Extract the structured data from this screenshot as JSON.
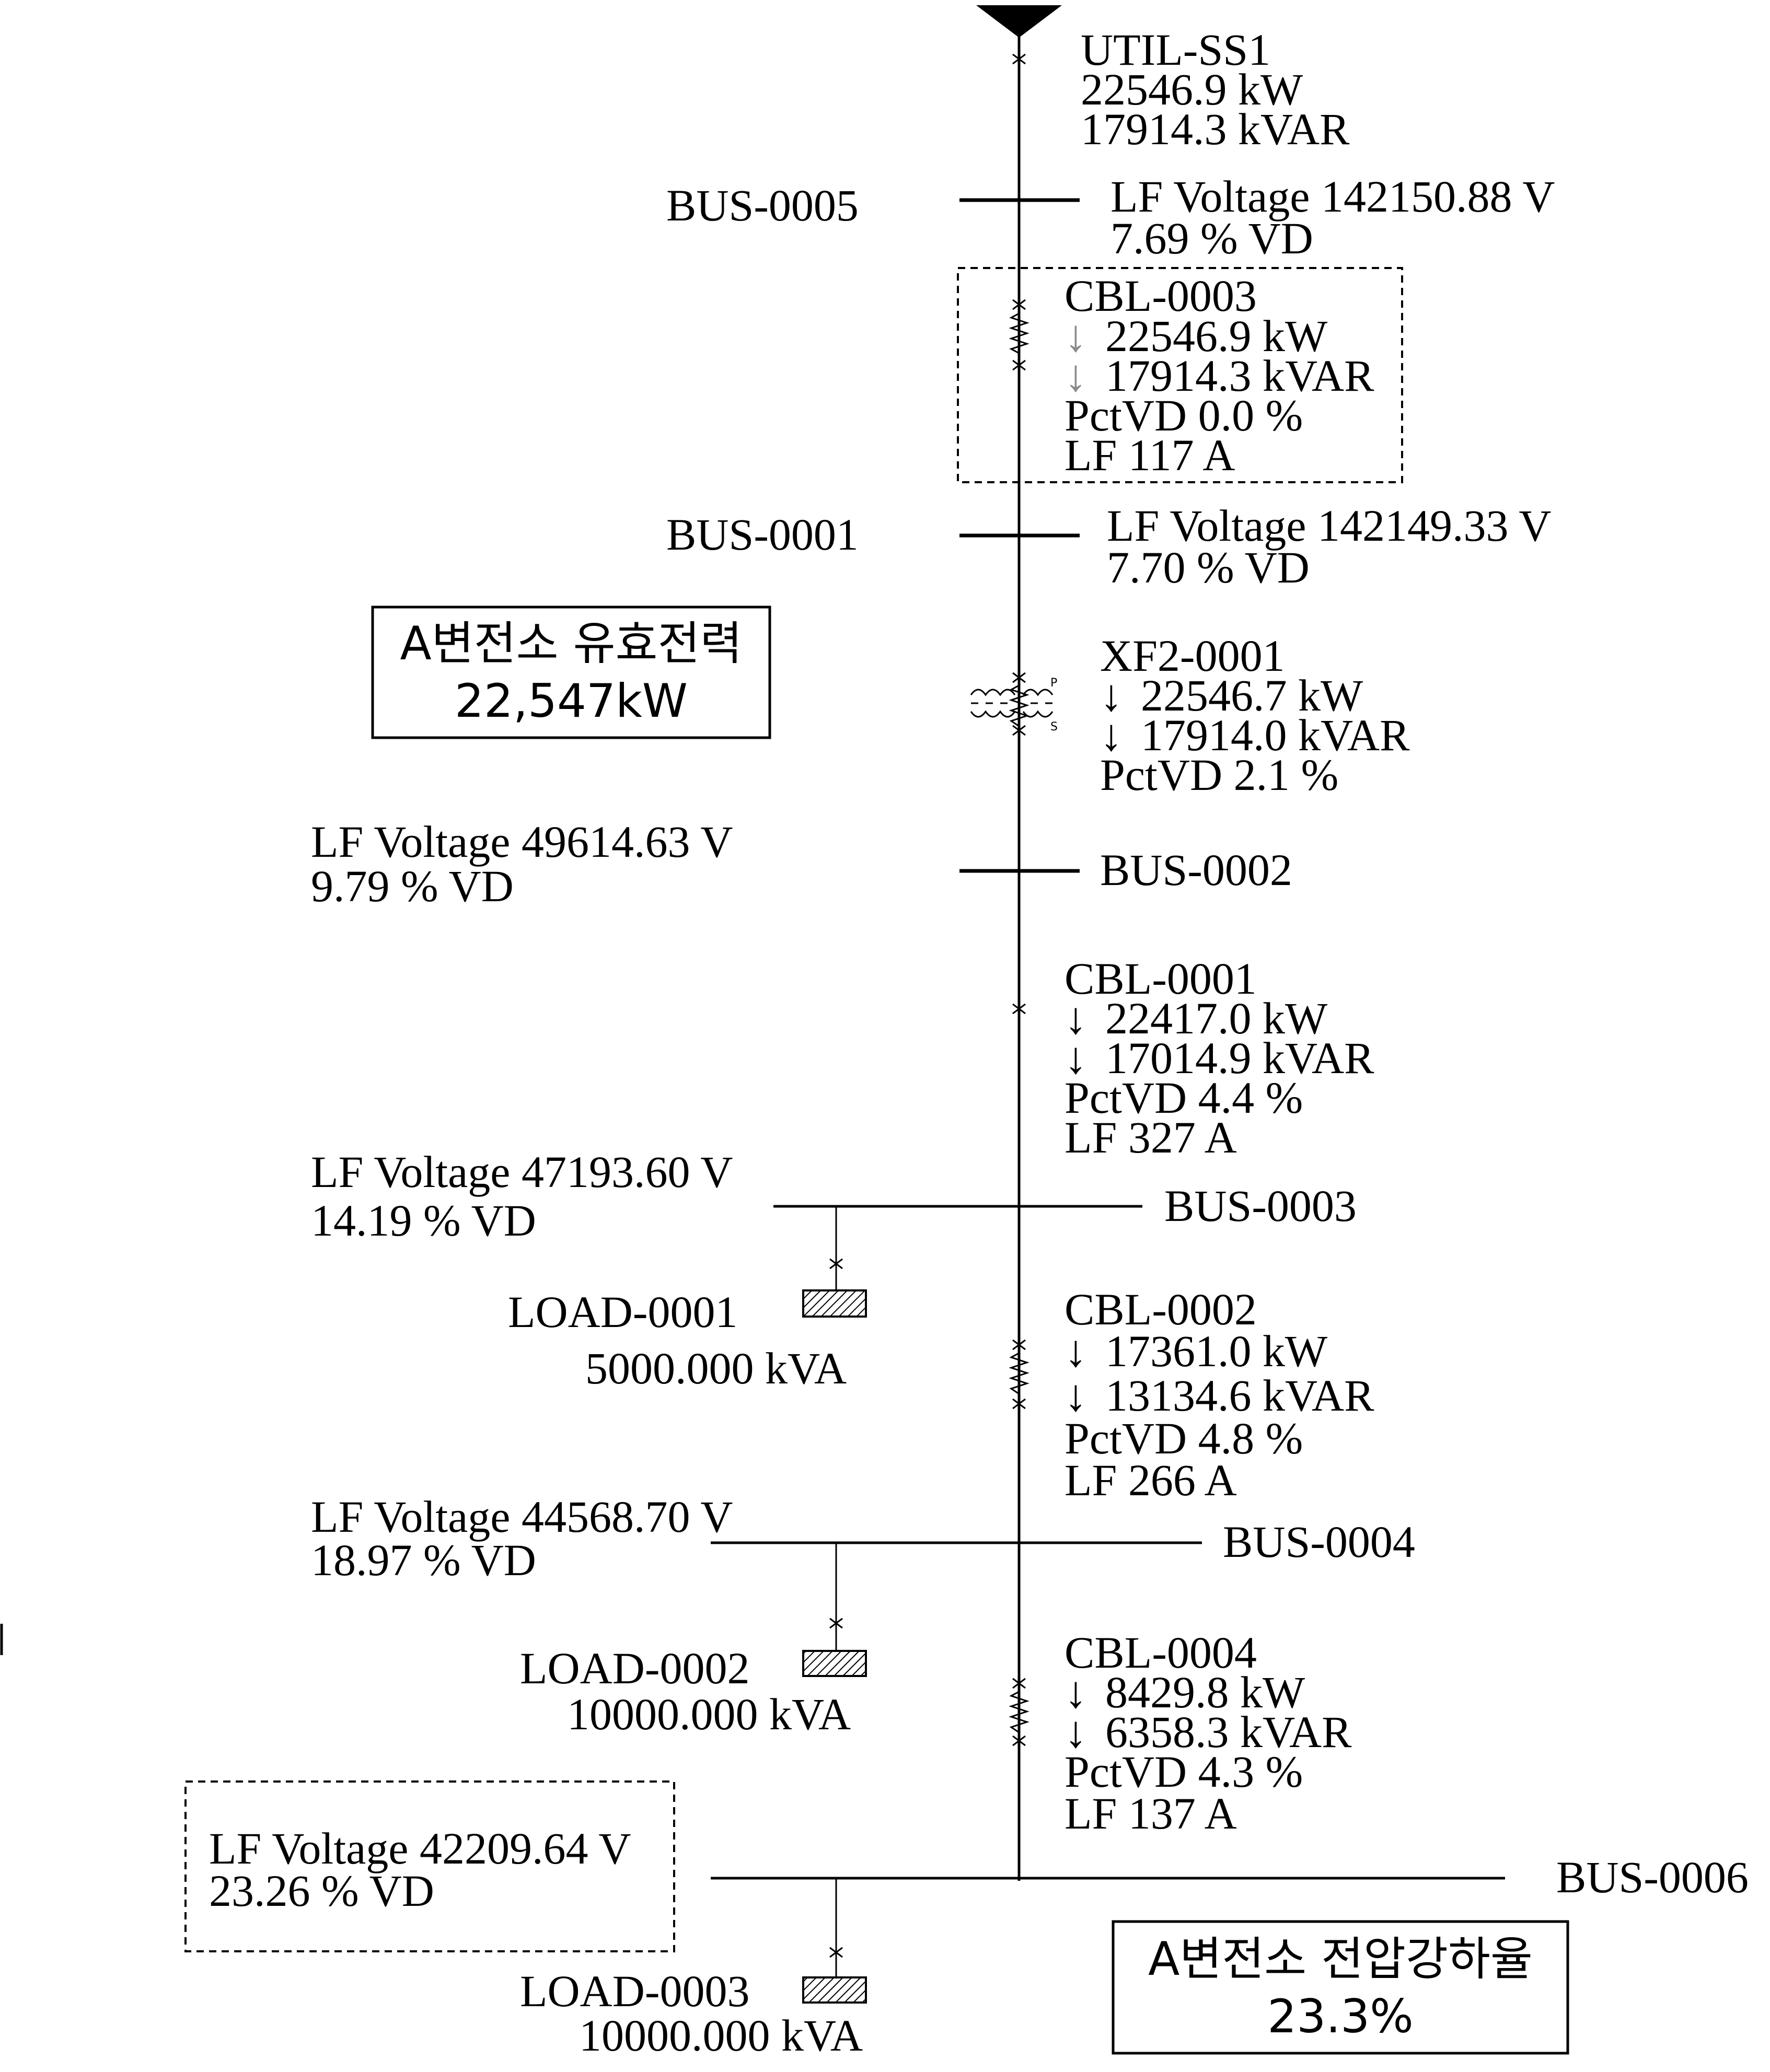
{
  "utility": {
    "name": "UTIL-SS1",
    "kw": "22546.9 kW",
    "kvar": "17914.3 kVAR"
  },
  "bus_0005": {
    "name": "BUS-0005",
    "voltage": "LF Voltage 142150.88 V",
    "vd": "7.69 % VD"
  },
  "cbl_0003": {
    "name": "CBL-0003",
    "kw": "22546.9 kW",
    "kvar": "17914.3 kVAR",
    "pctvd": "PctVD 0.0 %",
    "lf": "LF 117 A"
  },
  "bus_0001": {
    "name": "BUS-0001",
    "voltage": "LF Voltage 142149.33 V",
    "vd": "7.70 % VD"
  },
  "note_power": {
    "line1": "A변전소 유효전력",
    "line2": "22,547kW"
  },
  "xf2_0001": {
    "name": "XF2-0001",
    "kw": "22546.7 kW",
    "kvar": "17914.0 kVAR",
    "pctvd": "PctVD 2.1 %",
    "primary": "P",
    "secondary": "S"
  },
  "bus_0002": {
    "name": "BUS-0002",
    "voltage": "LF Voltage 49614.63 V",
    "vd": "9.79 % VD"
  },
  "cbl_0001": {
    "name": "CBL-0001",
    "kw": "22417.0 kW",
    "kvar": "17014.9 kVAR",
    "pctvd": "PctVD 4.4 %",
    "lf": "LF 327 A"
  },
  "bus_0003": {
    "name": "BUS-0003",
    "voltage": "LF Voltage 47193.60 V",
    "vd": "14.19 % VD"
  },
  "load_0001": {
    "name": "LOAD-0001",
    "kva": "5000.000 kVA"
  },
  "cbl_0002": {
    "name": "CBL-0002",
    "kw": "17361.0 kW",
    "kvar": "13134.6 kVAR",
    "pctvd": "PctVD 4.8 %",
    "lf": "LF 266 A"
  },
  "bus_0004": {
    "name": "BUS-0004",
    "voltage": "LF Voltage 44568.70 V",
    "vd": "18.97 % VD"
  },
  "load_0002": {
    "name": "LOAD-0002",
    "kva": "10000.000 kVA"
  },
  "cbl_0004": {
    "name": "CBL-0004",
    "kw": "8429.8 kW",
    "kvar": "6358.3 kVAR",
    "pctvd": "PctVD 4.3 %",
    "lf": "LF 137 A"
  },
  "bus_0006": {
    "name": "BUS-0006",
    "voltage": "LF Voltage 42209.64 V",
    "vd": "23.26 % VD"
  },
  "load_0003": {
    "name": "LOAD-0003",
    "kva": "10000.000 kVA"
  },
  "note_vd": {
    "line1": "A변전소 전압강하율",
    "line2": "23.3%"
  },
  "flow_arrow": "↓"
}
